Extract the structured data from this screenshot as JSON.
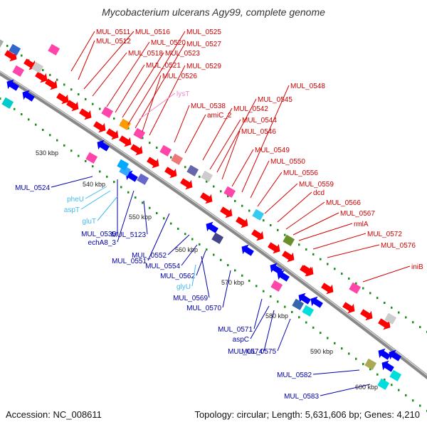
{
  "title": "Mycobacterium ulcerans Agy99, complete genome",
  "footer": {
    "accession": "Accession: NC_008611",
    "stats": "Topology: circular; Length: 5,631,606 bp; Genes: 4,210"
  },
  "colors": {
    "backbone": "#888888",
    "forward_label": "#d00000",
    "reverse_label": "#0000aa",
    "rna_label": "#44bbee",
    "trna_label": "#ee88cc",
    "ticks": "#1a8f1a"
  },
  "ticks": [
    {
      "label": "530 kbp"
    },
    {
      "label": "540 kbp"
    },
    {
      "label": "550 kbp"
    },
    {
      "label": "560 kbp"
    },
    {
      "label": "570 kbp"
    },
    {
      "label": "580 kbp"
    },
    {
      "label": "590 kbp"
    },
    {
      "label": "600 kbp"
    }
  ],
  "forward_genes": [
    "MUL_0511",
    "MUL_0512",
    "MUL_0516",
    "MUL_0518",
    "MUL_0520",
    "MUL_0521",
    "MUL_0523",
    "MUL_0525",
    "MUL_0527",
    "MUL_0526",
    "MUL_0529",
    "MUL_0538",
    "amiC_2",
    "MUL_0542",
    "MUL_0544",
    "MUL_0545",
    "MUL_0546",
    "MUL_0548",
    "MUL_0549",
    "MUL_0550",
    "MUL_0556",
    "MUL_0559",
    "dcd",
    "MUL_0566",
    "MUL_0567",
    "rmlA",
    "MUL_0572",
    "MUL_0576",
    "iniB"
  ],
  "trna_genes": [
    "lysT"
  ],
  "reverse_genes": [
    "MUL_0524",
    "MUL_0535",
    "echA8_3",
    "MUL_5123",
    "MUL_0551",
    "MUL_0552",
    "MUL_0554",
    "MUL_0562",
    "MUL_0569",
    "MUL_0570",
    "MUL_0571",
    "aspC",
    "MUL_0574",
    "MUL_0575",
    "MUL_0582",
    "MUL_0583"
  ],
  "rna_genes": [
    "pheU",
    "aspT",
    "gluT",
    "glyU"
  ]
}
